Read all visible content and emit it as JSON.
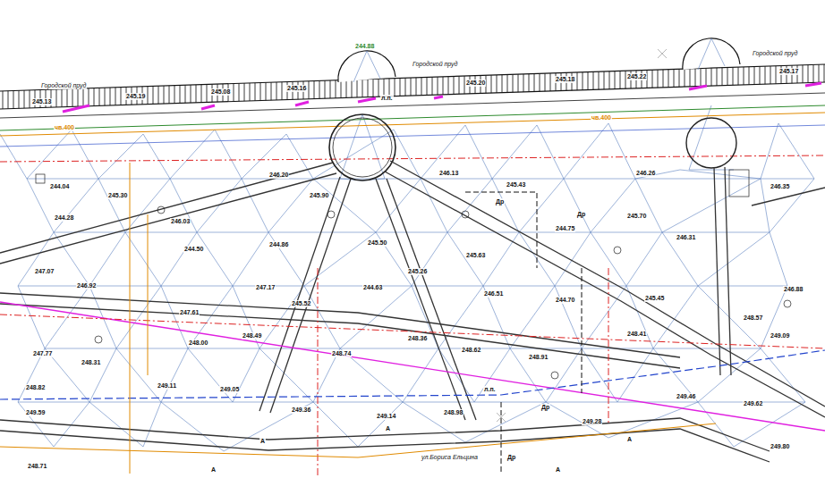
{
  "diagram": {
    "labels": [
      "Городской пруд",
      "Городской пруд",
      "Городской пруд",
      "ул.Бориса Ельцина",
      "Др",
      "Др",
      "Др",
      "Др",
      "245.13",
      "245.19",
      "245.08",
      "245.16",
      "245.20",
      "245.18",
      "245.22",
      "245.17",
      "244.04",
      "244.28",
      "245.30",
      "246.03",
      "244.50",
      "245.90",
      "246.20",
      "244.86",
      "245.50",
      "246.13",
      "245.43",
      "244.75",
      "246.26",
      "245.63",
      "245.26",
      "245.70",
      "246.31",
      "246.35",
      "247.17",
      "245.52",
      "244.63",
      "246.51",
      "244.70",
      "245.45",
      "246.88",
      "247.07",
      "246.92",
      "247.61",
      "247.77",
      "248.31",
      "248.00",
      "248.49",
      "248.74",
      "248.36",
      "248.62",
      "248.91",
      "248.41",
      "248.57",
      "249.09",
      "248.82",
      "249.11",
      "249.05",
      "249.36",
      "249.14",
      "248.98",
      "249.28",
      "249.46",
      "249.62",
      "249.59",
      "248.71",
      "249.80",
      "A",
      "A",
      "A",
      "A",
      "A",
      "л.п.",
      "л.п.",
      "чв.400",
      "чв.400",
      "244.88"
    ]
  }
}
